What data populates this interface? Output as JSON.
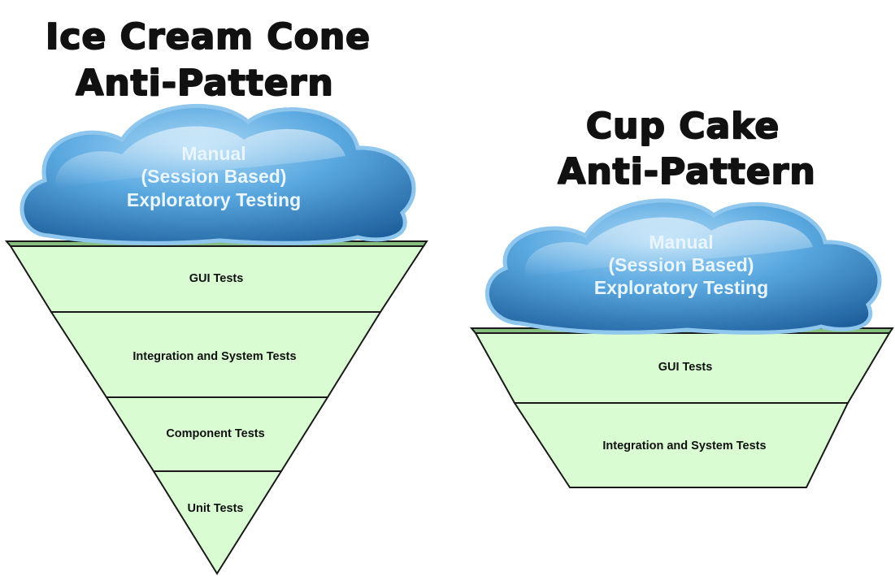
{
  "colors": {
    "layer_fill": "#d9fcd2",
    "layer_stroke": "#1a1a1a",
    "rim_fill": "#86be80",
    "cloud_light": "#a9d8f6",
    "cloud_mid": "#4e9fdb",
    "cloud_dark": "#1d5f9c",
    "cloud_text": "#eaf6ff"
  },
  "diagrams": [
    {
      "id": "ice-cream-cone",
      "title": [
        "Ice Cream Cone",
        "Anti-Pattern"
      ],
      "cloud_label": [
        "Manual",
        "(Session Based)",
        "Exploratory Testing"
      ],
      "layers": [
        "GUI Tests",
        "Integration and System Tests",
        "Component Tests",
        "Unit Tests"
      ]
    },
    {
      "id": "cup-cake",
      "title": [
        "Cup Cake",
        "Anti-Pattern"
      ],
      "cloud_label": [
        "Manual",
        "(Session Based)",
        "Exploratory Testing"
      ],
      "layers": [
        "GUI Tests",
        "Integration and System Tests"
      ]
    }
  ]
}
